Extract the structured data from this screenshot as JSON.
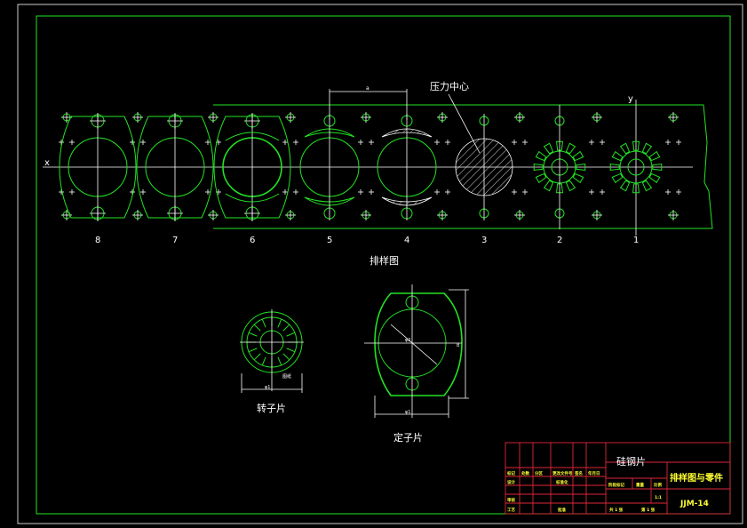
{
  "drawing": {
    "center_label": "压力中心",
    "layout_label": "排样图",
    "rotor_label": "转子片",
    "stator_label": "定子片",
    "axis_x": "x",
    "axis_y": "y",
    "station_numbers": [
      "8",
      "7",
      "6",
      "5",
      "4",
      "3",
      "2",
      "1"
    ],
    "dim_top": "a",
    "rotor_dims": [
      "φ1",
      "图纸"
    ],
    "stator_dims": [
      "φ1",
      "φ2",
      "B"
    ]
  },
  "title_block": {
    "material": "硅钢片",
    "title": "排样图与零件",
    "code": "JJM-14",
    "header_cells": [
      "标记",
      "处数",
      "分区",
      "更改文件号",
      "签名",
      "年月日"
    ],
    "left_rows": [
      "设计",
      "审核",
      "工艺"
    ],
    "middle_cells": [
      "标准化",
      "批准"
    ],
    "stage_cells": [
      "阶段标记",
      "重量",
      "比例"
    ],
    "scale": "1:1",
    "sheet_total": "共 1 张",
    "sheet_no": "第 1 张"
  },
  "colors": {
    "outline": "#22e322",
    "frame": "#ffffff",
    "table": "#e0263a",
    "title_text": "#ffff33"
  }
}
